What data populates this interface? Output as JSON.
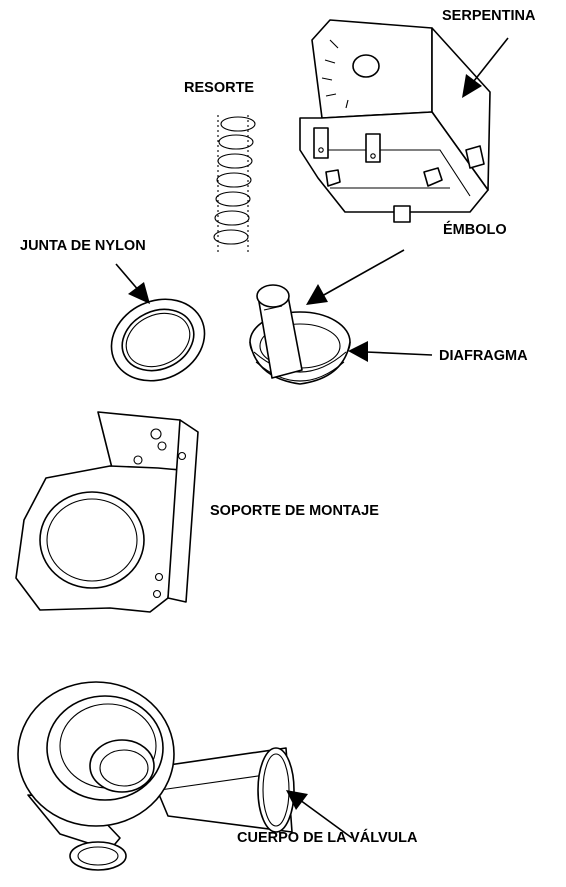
{
  "labels": {
    "serpentina": "SERPENTINA",
    "resorte": "RESORTE",
    "junta": "JUNTA DE NYLON",
    "embolo": "ÉMBOLO",
    "diafragma": "DIAFRAGMA",
    "soporte": "SOPORTE DE MONTAJE",
    "cuerpo": "CUERPO DE LA VÁLVULA"
  }
}
